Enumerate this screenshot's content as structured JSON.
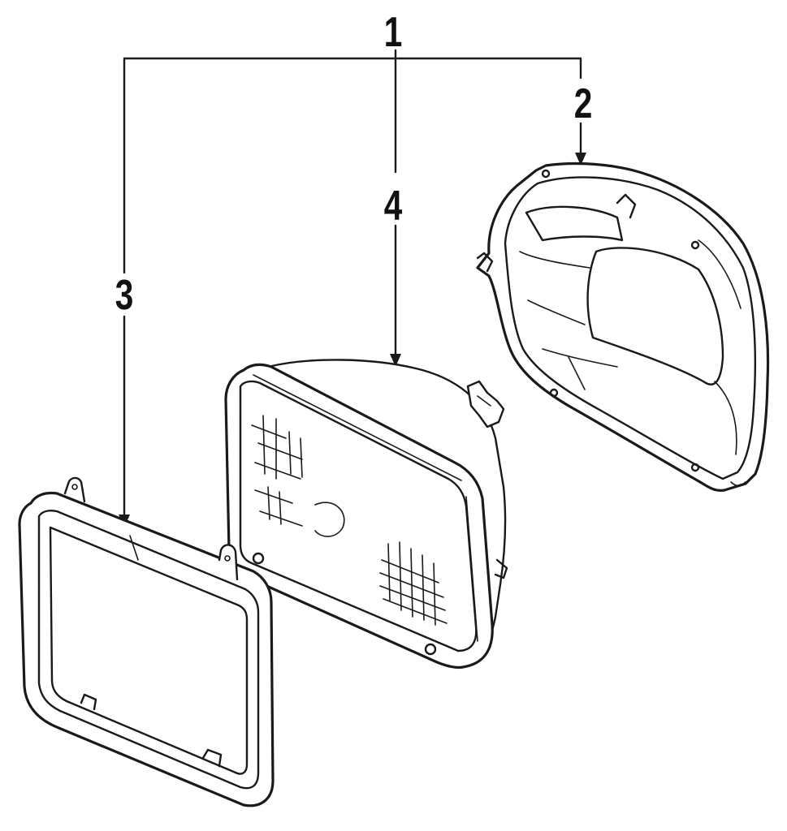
{
  "callouts": {
    "c1": "1",
    "c2": "2",
    "c3": "3",
    "c4": "4"
  },
  "colors": {
    "ink": "#1a1a1a",
    "background": "#ffffff"
  }
}
